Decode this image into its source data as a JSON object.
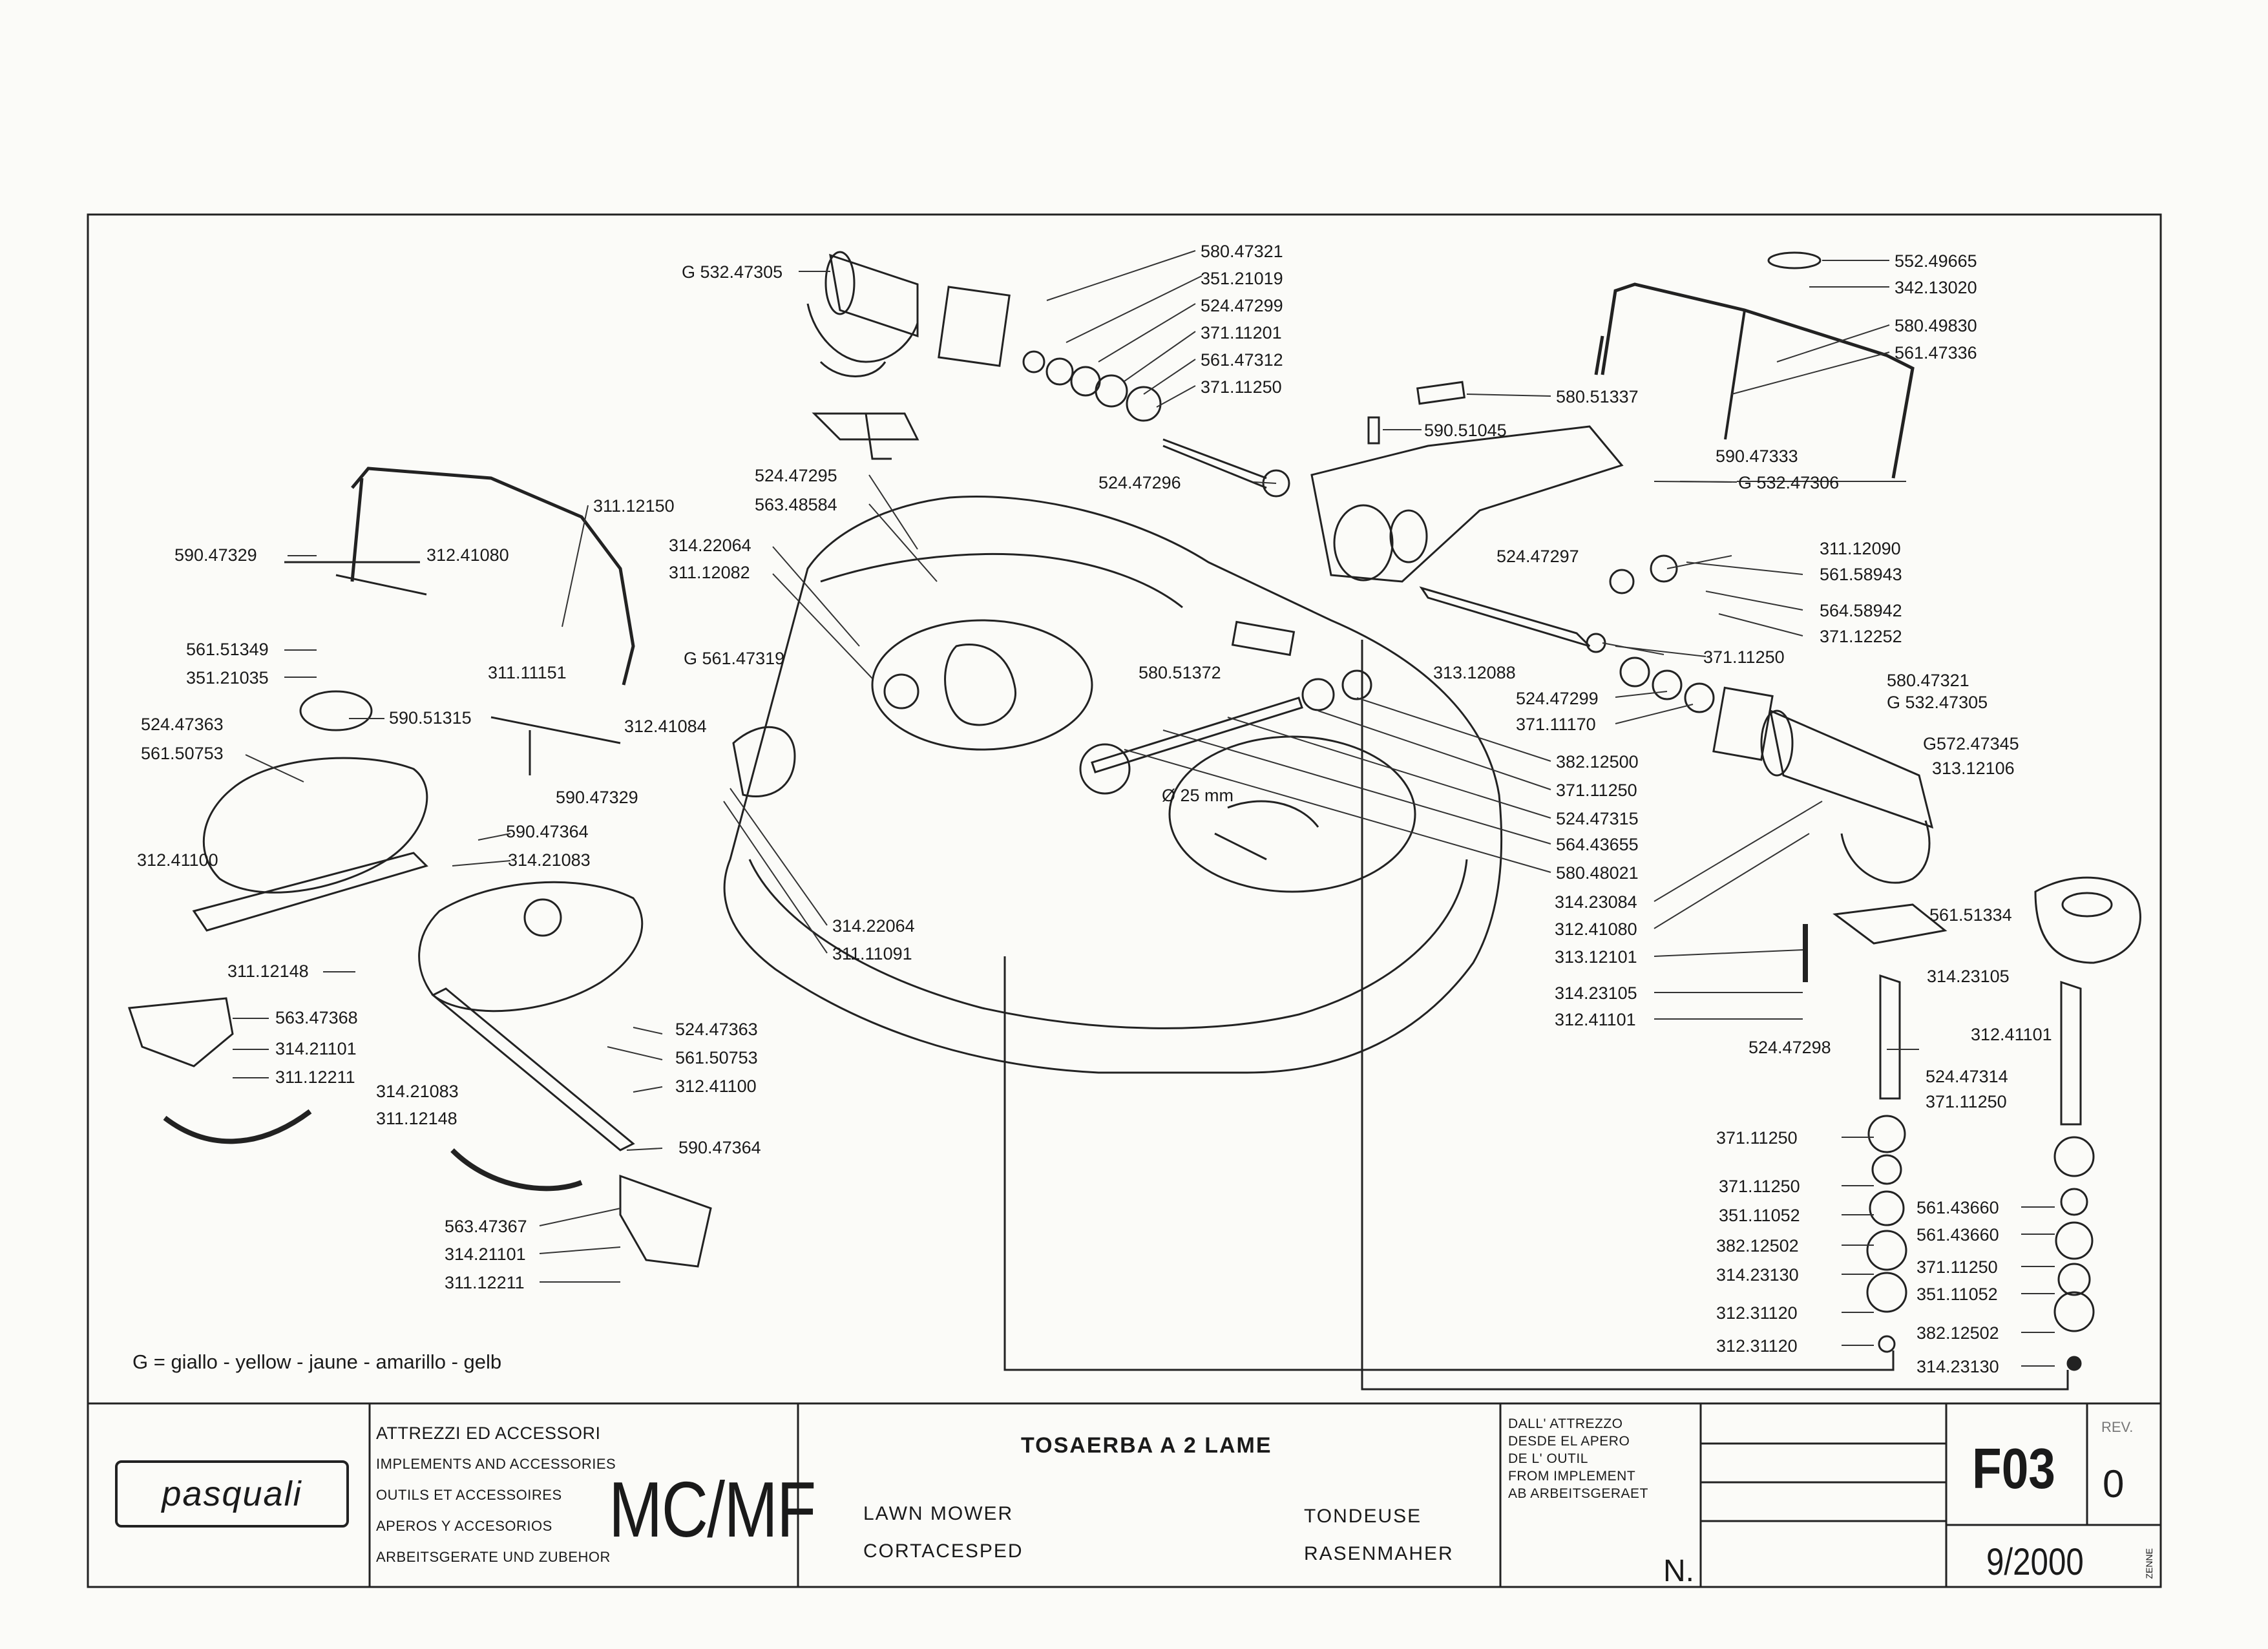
{
  "legend": "G = giallo - yellow - jaune - amarillo - gelb",
  "callouts": [
    "580.47321",
    "351.21019",
    "524.47299",
    "371.11201",
    "561.47312",
    "371.11250",
    "G 532.47305",
    "552.49665",
    "342.13020",
    "580.49830",
    "561.47336",
    "580.51337",
    "590.51045",
    "590.47333",
    "G 532.47306",
    "524.47296",
    "524.47295",
    "563.48584",
    "314.22064",
    "311.12082",
    "311.12150",
    "590.47329",
    "312.41080",
    "561.51349",
    "351.21035",
    "311.11151",
    "590.51315",
    "312.41084",
    "524.47363",
    "561.50753",
    "590.47329",
    "590.47364",
    "312.41100",
    "314.21083",
    "311.12148",
    "563.47368",
    "314.21101",
    "311.12211",
    "G 561.47319",
    "524.47297",
    "311.12090",
    "561.58943",
    "564.58942",
    "371.12252",
    "371.11250",
    "580.51372",
    "313.12088",
    "524.47299",
    "371.11170",
    "580.47321",
    "G 532.47305",
    "382.12500",
    "371.11250",
    "524.47315",
    "564.43655",
    "580.48021",
    "Ø 25 mm",
    "314.22064",
    "311.11091",
    "G572.47345",
    "313.12106",
    "314.23084",
    "312.41080",
    "313.12101",
    "561.51334",
    "314.23105",
    "312.41101",
    "314.23105",
    "312.41101",
    "524.47298",
    "524.47314",
    "371.11250",
    "371.11250",
    "561.43660",
    "371.11250",
    "561.43660",
    "351.11052",
    "371.11250",
    "382.12502",
    "351.11052",
    "314.23130",
    "382.12502",
    "312.31120",
    "314.23130",
    "312.31120",
    "524.47363",
    "561.50753",
    "312.41100",
    "314.21083",
    "311.12148",
    "590.47364",
    "563.47367",
    "314.21101",
    "311.12211"
  ],
  "title_block": {
    "logo": "pasquali",
    "category_lines": [
      "ATTREZZI ED ACCESSORI",
      "IMPLEMENTS AND ACCESSORIES",
      "OUTILS ET ACCESSOIRES",
      "APEROS Y ACCESORIOS",
      "ARBEITSGERATE UND ZUBEHOR"
    ],
    "model": "MC/MF",
    "title_it": "TOSAERBA A 2 LAME",
    "title_en": "LAWN MOWER",
    "title_fr": "TONDEUSE",
    "title_es": "CORTACESPED",
    "title_de": "RASENMAHER",
    "from_lines": [
      "DALL' ATTREZZO",
      "DESDE EL APERO",
      "DE L' OUTIL",
      "FROM IMPLEMENT",
      "AB ARBEITSGERAET"
    ],
    "n_label": "N.",
    "sheet_code": "F03",
    "rev_label": "REV.",
    "rev": "0",
    "date": "9/2000",
    "side_note": "ZENNE"
  }
}
